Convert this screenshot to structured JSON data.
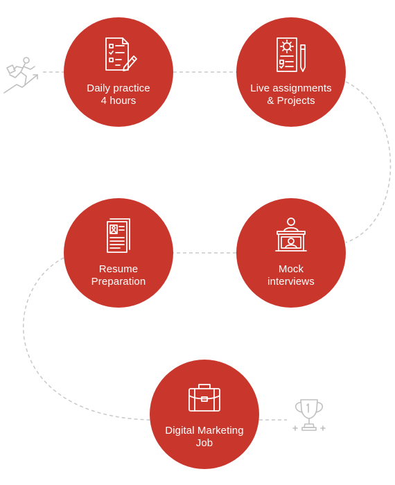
{
  "steps": [
    {
      "label": "Daily practice\n4 hours",
      "icon": "checklist-icon"
    },
    {
      "label": "Live assignments\n& Projects",
      "icon": "document-gear-icon"
    },
    {
      "label": "Resume\nPreparation",
      "icon": "resume-icon"
    },
    {
      "label": "Mock\ninterviews",
      "icon": "interview-icon"
    },
    {
      "label": "Digital Marketing\nJob",
      "icon": "briefcase-icon"
    }
  ],
  "decorations": {
    "start_icon": "runner-growth-icon",
    "end_icon": "trophy-icon"
  },
  "colors": {
    "circle": "#c9372c",
    "text": "#ffffff",
    "path": "#c8c8c8",
    "deco": "#bfbfbf"
  }
}
